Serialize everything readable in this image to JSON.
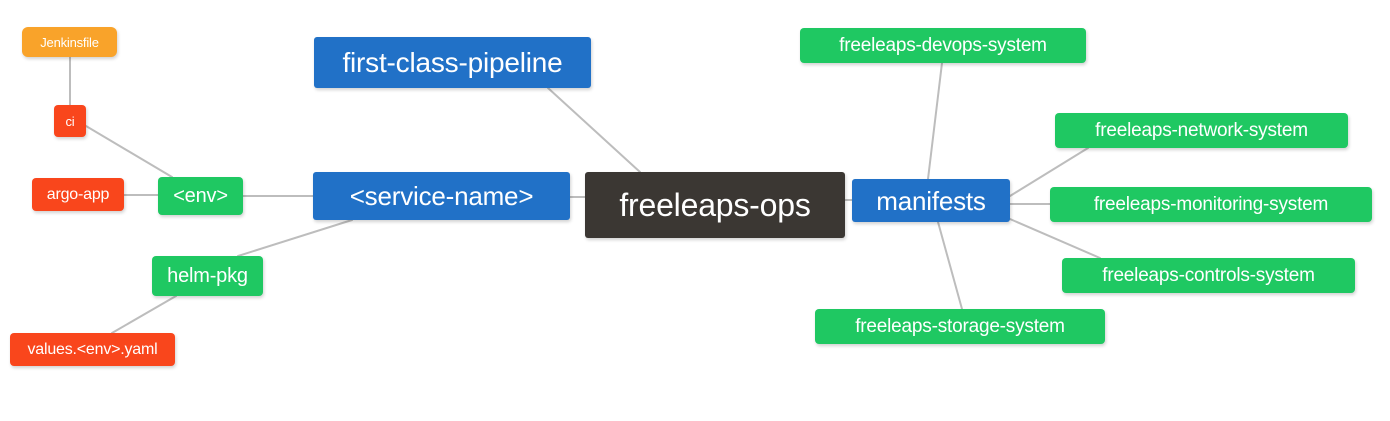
{
  "diagram": {
    "title": "freeleaps-ops repository structure mind map",
    "type": "mindmap",
    "background": "#ffffff",
    "edge_color": "#bdbdbd",
    "palette": {
      "root": "#3b3733",
      "blue": "#2171c7",
      "green": "#1fc862",
      "red": "#f9461c",
      "orange": "#f9a32a",
      "text": "#ffffff"
    }
  },
  "nodes": {
    "root": {
      "label": "freeleaps-ops",
      "color": "#3b3733"
    },
    "service_name": {
      "label": "<service-name>",
      "color": "#2171c7"
    },
    "first_class_pipeline": {
      "label": "first-class-pipeline",
      "color": "#2171c7"
    },
    "manifests": {
      "label": "manifests",
      "color": "#2171c7"
    },
    "env": {
      "label": "<env>",
      "color": "#1fc862"
    },
    "helm_pkg": {
      "label": "helm-pkg",
      "color": "#1fc862"
    },
    "jenkinsfile": {
      "label": "Jenkinsfile",
      "color": "#f9a32a"
    },
    "ci": {
      "label": "ci",
      "color": "#f9461c"
    },
    "argo_app": {
      "label": "argo-app",
      "color": "#f9461c"
    },
    "values_yaml": {
      "label": "values.<env>.yaml",
      "color": "#f9461c"
    },
    "devops_system": {
      "label": "freeleaps-devops-system",
      "color": "#1fc862"
    },
    "network_system": {
      "label": "freeleaps-network-system",
      "color": "#1fc862"
    },
    "monitoring_system": {
      "label": "freeleaps-monitoring-system",
      "color": "#1fc862"
    },
    "controls_system": {
      "label": "freeleaps-controls-system",
      "color": "#1fc862"
    },
    "storage_system": {
      "label": "freeleaps-storage-system",
      "color": "#1fc862"
    }
  },
  "edges": [
    {
      "from": "root",
      "to": "service_name"
    },
    {
      "from": "root",
      "to": "first_class_pipeline"
    },
    {
      "from": "root",
      "to": "manifests"
    },
    {
      "from": "service_name",
      "to": "env"
    },
    {
      "from": "service_name",
      "to": "helm_pkg"
    },
    {
      "from": "env",
      "to": "ci"
    },
    {
      "from": "env",
      "to": "argo_app"
    },
    {
      "from": "ci",
      "to": "jenkinsfile"
    },
    {
      "from": "helm_pkg",
      "to": "values_yaml"
    },
    {
      "from": "manifests",
      "to": "devops_system"
    },
    {
      "from": "manifests",
      "to": "network_system"
    },
    {
      "from": "manifests",
      "to": "monitoring_system"
    },
    {
      "from": "manifests",
      "to": "controls_system"
    },
    {
      "from": "manifests",
      "to": "storage_system"
    }
  ]
}
